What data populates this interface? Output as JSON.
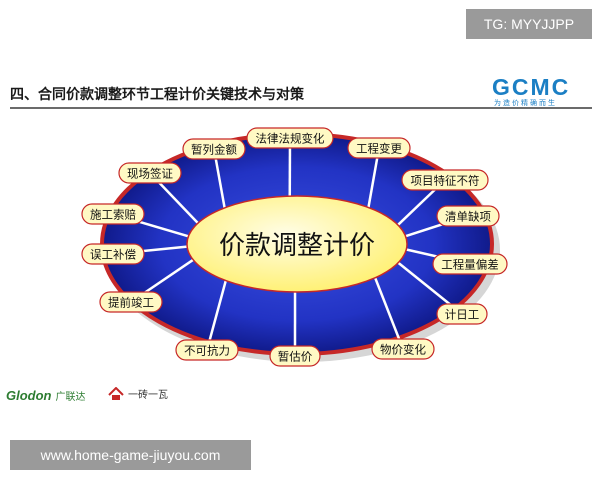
{
  "watermark_tag": "TG: MYYJJPP",
  "slide": {
    "title": "四、合同价款调整环节工程计价关键技术与对策",
    "logo": {
      "word": "GCMC",
      "tagline": "为造价精确而生"
    }
  },
  "diagram": {
    "center": "价款调整计价",
    "nodes": [
      "法律法规变化",
      "工程变更",
      "项目特征不符",
      "清单缺项",
      "工程量偏差",
      "计日工",
      "物价变化",
      "暂估价",
      "不可抗力",
      "提前竣工",
      "误工补偿",
      "施工索赔",
      "现场签证",
      "暂列金额"
    ]
  },
  "footer": {
    "glodon": "Glodon",
    "glodon_cn": "广联达",
    "brand_text": "一砖一瓦"
  },
  "url_tag": "www.home-game-jiuyou.com",
  "colors": {
    "ring": "#1f2fbf",
    "ring_edge": "#c62828",
    "center_fill": "#fff59d",
    "label_fill": "#fff9c4",
    "label_stroke": "#c62828",
    "logo": "#1b7fc4",
    "glodon": "#2e7d32"
  }
}
